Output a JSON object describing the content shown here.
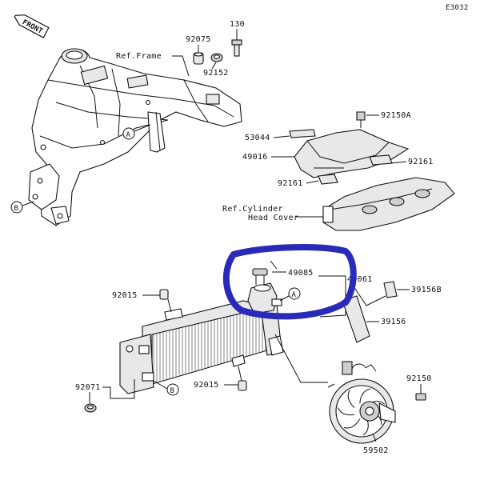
{
  "diagram": {
    "figure_code": "E3032",
    "front_badge": "FRONT",
    "refs": {
      "frame": "Ref.Frame",
      "cyl_head_line1": "Ref.Cylinder",
      "cyl_head_line2": "Head Cover"
    },
    "parts": {
      "p130": "130",
      "p92075": "92075",
      "p92152": "92152",
      "p92150A": "92150A",
      "p53044": "53044",
      "p49016": "49016",
      "p92161a": "92161",
      "p92161b": "92161",
      "p49085": "49085",
      "p49061": "49061",
      "p39156B": "39156B",
      "p39156": "39156",
      "p92015a": "92015",
      "p92015b": "92015",
      "p92071": "92071",
      "p92150": "92150",
      "p59502": "59502"
    },
    "callouts": {
      "a1": "A",
      "a2": "A",
      "b1": "B",
      "b2": "B"
    },
    "highlight_color": "#2a2ab8"
  }
}
